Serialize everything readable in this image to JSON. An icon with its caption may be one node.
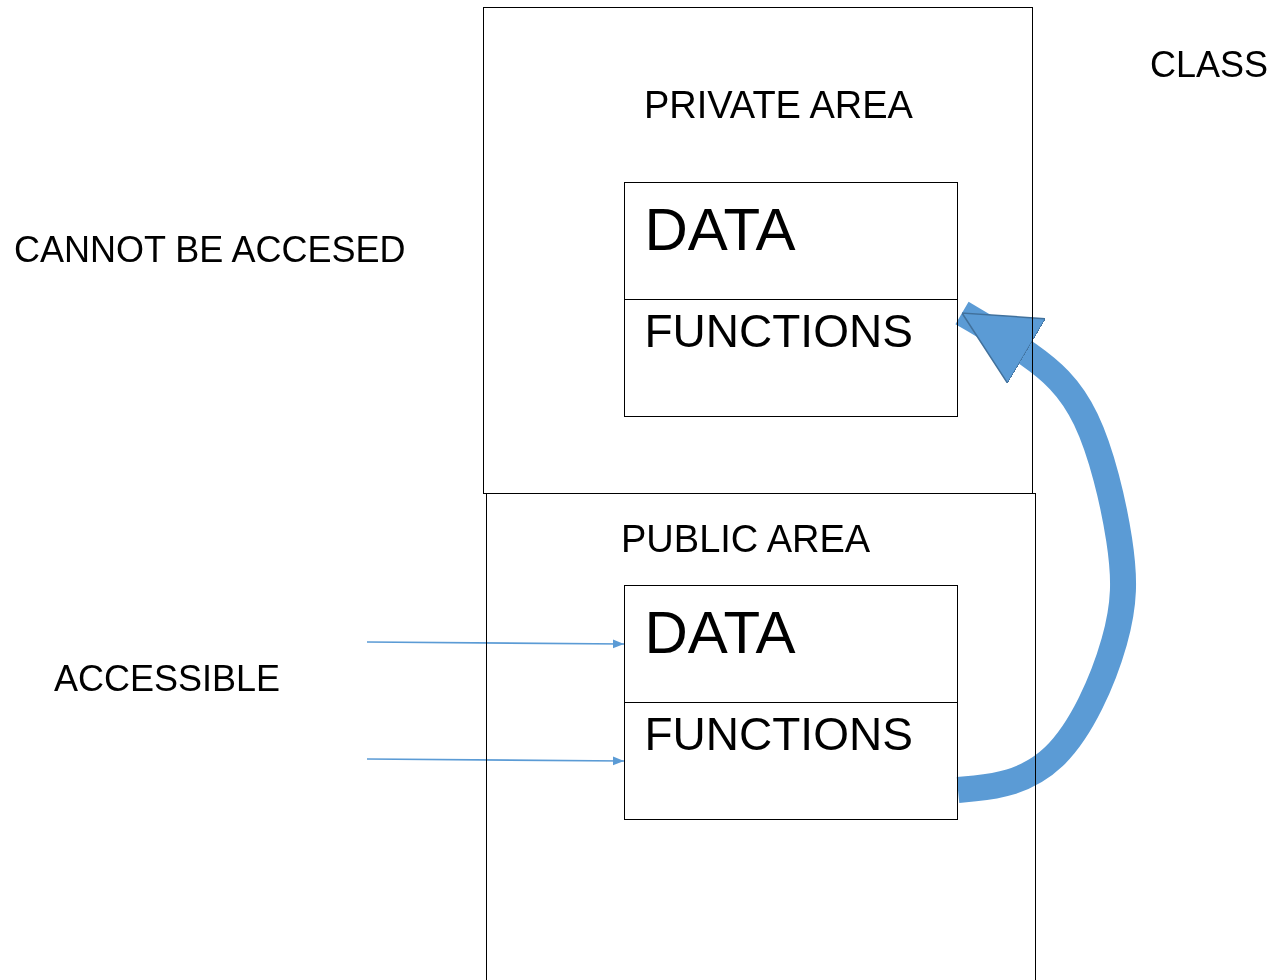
{
  "diagram": {
    "nodes": [
      {
        "text": [
          "PRIVATE AREA"
        ]
      },
      {
        "text": [
          "DATA"
        ],
        "in": 0
      },
      {
        "text": [
          "FUNCTIONS"
        ],
        "in": 0
      },
      {
        "text": [
          "PUBLIC AREA"
        ]
      },
      {
        "text": [
          "DATA"
        ],
        "in": 3
      },
      {
        "text": [
          "FUNCTIONS"
        ],
        "in": 3
      }
    ],
    "edges": [
      {
        "from": null,
        "to": 4,
        "arrow": "to"
      },
      {
        "from": null,
        "to": 5,
        "arrow": "to"
      },
      {
        "from": 5,
        "to": 2,
        "arrow": "to",
        "style": "thick"
      }
    ],
    "labels": [
      "CLASS",
      "CANNOT BE ACCESED",
      "ACCESSIBLE"
    ]
  }
}
